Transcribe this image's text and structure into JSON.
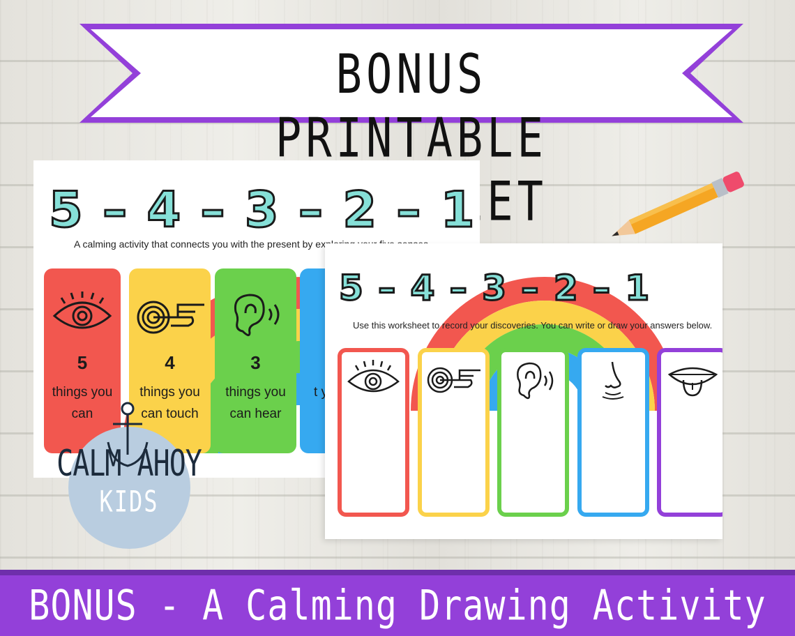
{
  "banner": {
    "title": "BONUS PRINTABLE WORKSHEET"
  },
  "left_sheet": {
    "title": "5 – 4 – 3 – 2 – 1",
    "subtitle": "A calming activity that connects you with the present by exploring your five senses",
    "cards": [
      {
        "number": "5",
        "text": "things you can",
        "color": "#f2574f",
        "icon": "eye-icon"
      },
      {
        "number": "4",
        "text": "things you can touch",
        "color": "#fbd24a",
        "icon": "touch-hand-icon"
      },
      {
        "number": "3",
        "text": "things you can hear",
        "color": "#6bd04c",
        "icon": "ear-icon"
      },
      {
        "number": "",
        "text": "t yo",
        "color": "#36a9f0",
        "icon": "nose-icon"
      }
    ]
  },
  "right_sheet": {
    "title": "5 – 4 – 3 – 2 – 1",
    "subtitle": "Use this worksheet to record your discoveries. You can write or draw your answers below.",
    "boxes": [
      {
        "color": "#f2574f",
        "icon": "eye-icon"
      },
      {
        "color": "#fbd24a",
        "icon": "touch-hand-icon"
      },
      {
        "color": "#6bd04c",
        "icon": "ear-icon"
      },
      {
        "color": "#36a9f0",
        "icon": "nose-icon"
      },
      {
        "color": "#9340d9",
        "icon": "tongue-icon"
      }
    ]
  },
  "logo": {
    "name": "CALM AHOY",
    "sub": "KIDS"
  },
  "footer": {
    "text": "BONUS - A Calming Drawing Activity"
  },
  "colors": {
    "accent": "#9340d9",
    "title_fill": "#86e0d8"
  }
}
